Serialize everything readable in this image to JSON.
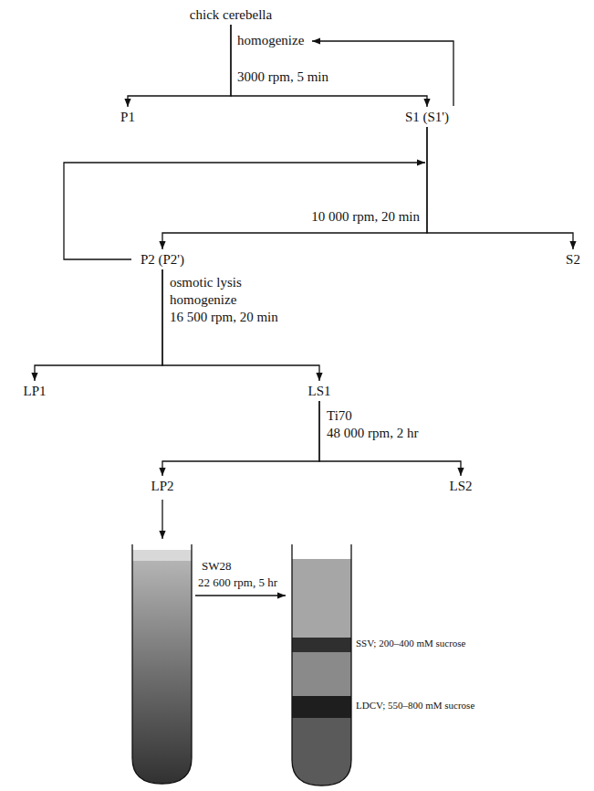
{
  "diagram": {
    "nodes": [
      {
        "text": [
          "chick cerebella"
        ]
      },
      {
        "text": [
          "P1"
        ]
      },
      {
        "text": [
          "S1 (S1')"
        ]
      },
      {
        "text": [
          "P2 (P2')"
        ]
      },
      {
        "text": [
          "S2"
        ]
      },
      {
        "text": [
          "LP1"
        ]
      },
      {
        "text": [
          "LS1"
        ]
      },
      {
        "text": [
          "LP2"
        ]
      },
      {
        "text": [
          "LS2"
        ]
      }
    ],
    "edges": [
      {
        "from": 0,
        "to": 1,
        "arrow": "to"
      },
      {
        "from": 0,
        "to": 2,
        "arrow": "to"
      },
      {
        "from": 2,
        "to": 3,
        "arrow": "to"
      },
      {
        "from": 2,
        "to": 4,
        "arrow": "to"
      },
      {
        "from": 3,
        "to": 5,
        "arrow": "to"
      },
      {
        "from": 3,
        "to": 6,
        "arrow": "to"
      },
      {
        "from": 6,
        "to": 7,
        "arrow": "to"
      },
      {
        "from": 6,
        "to": 8,
        "arrow": "to"
      }
    ],
    "labels": [
      "homogenize",
      "3000 rpm, 5 min",
      "10 000 rpm, 20 min",
      "osmotic lysis",
      "homogenize",
      "16 500 rpm, 20 min",
      "Ti70",
      "48 000 rpm, 2 hr",
      "SW28",
      "22 600 rpm, 5 hr",
      "SSV; 200–400 mM sucrose",
      "LDCV; 550–800 mM sucrose"
    ]
  }
}
